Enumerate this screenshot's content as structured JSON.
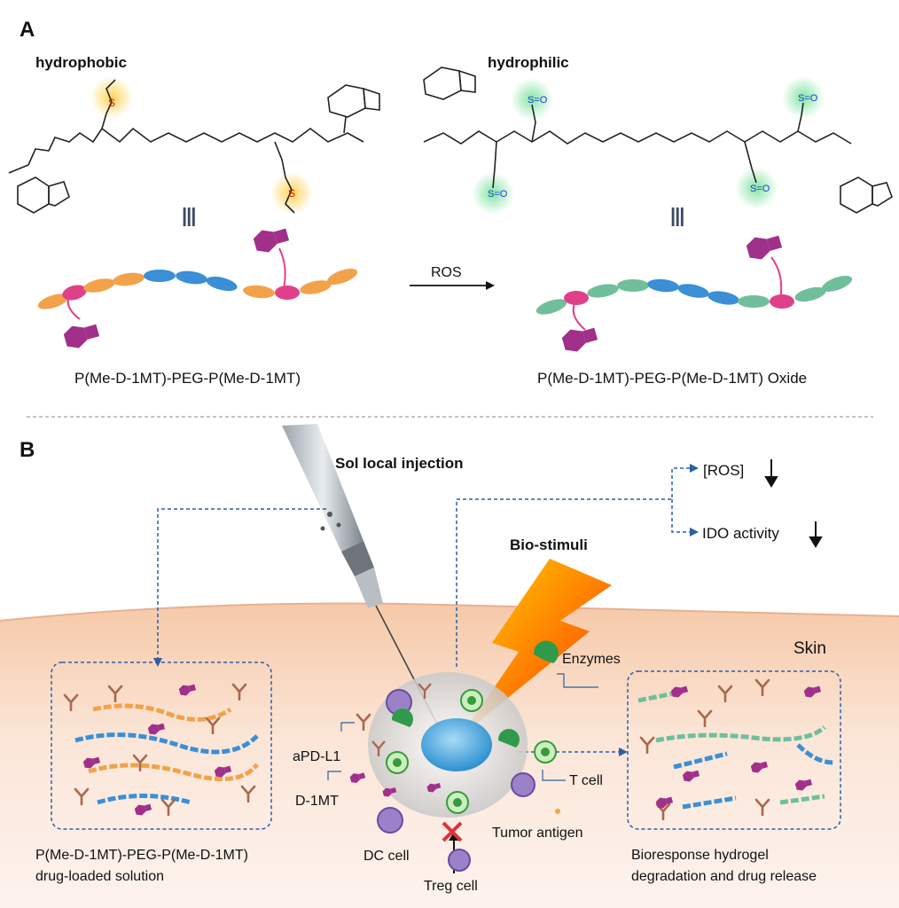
{
  "panel_a": {
    "label": "A",
    "left_title": "hydrophobic",
    "right_title": "hydrophilic",
    "arrow_label": "ROS",
    "left_caption": "P(Me-D-1MT)-PEG-P(Me-D-1MT)",
    "right_caption": "P(Me-D-1MT)-PEG-P(Me-D-1MT) Oxide",
    "equiv_symbol": "|||",
    "colors": {
      "hydrophobic_glow": "#ffd24d",
      "hydrophilic_glow": "#7ee3a0",
      "peg": "#3a8fd6",
      "met": "#f2a24a",
      "oxide": "#6fbf9b",
      "trp": "#a0308a",
      "link": "#e0408a"
    }
  },
  "panel_b": {
    "label": "B",
    "injection_label": "Sol local injection",
    "bio_stimuli": "Bio-stimuli",
    "ros_effect": "[ROS]",
    "ido_effect": "IDO activity",
    "skin": "Skin",
    "enzymes": "Enzymes",
    "apdl1": "aPD-L1",
    "d1mt": "D-1MT",
    "t_cell": "T cell",
    "dc_cell": "DC cell",
    "treg_cell": "Treg cell",
    "tumor_antigen": "Tumor antigen",
    "left_caption_line1": "P(Me-D-1MT)-PEG-P(Me-D-1MT)",
    "left_caption_line2": "drug-loaded solution",
    "right_caption_line1": "Bioresponse hydrogel",
    "right_caption_line2": "degradation and drug release"
  }
}
